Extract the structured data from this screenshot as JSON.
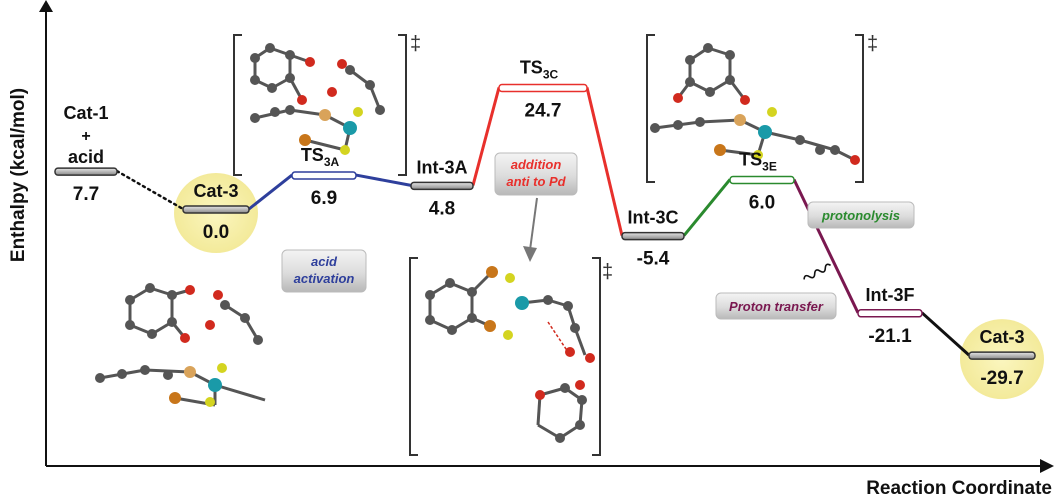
{
  "chart_data": {
    "type": "line",
    "xlabel": "Reaction Coordinate",
    "ylabel": "Enthalpy (kcal/mol)",
    "ts_marker": "‡",
    "states": [
      {
        "id": "cat1",
        "name": "Cat-1\n+\nacid",
        "value": 7.7,
        "value_label": "7.7",
        "highlight": false
      },
      {
        "id": "cat3a",
        "name": "Cat-3",
        "value": 0.0,
        "value_label": "0.0",
        "highlight": true
      },
      {
        "id": "ts3a",
        "name": "TS",
        "sub": "3A",
        "value": 6.9,
        "value_label": "6.9",
        "highlight": false
      },
      {
        "id": "int3a",
        "name": "Int-3A",
        "value": 4.8,
        "value_label": "4.8",
        "highlight": false
      },
      {
        "id": "ts3c",
        "name": "TS",
        "sub": "3C",
        "value": 24.7,
        "value_label": "24.7",
        "highlight": false
      },
      {
        "id": "int3c",
        "name": "Int-3C",
        "value": -5.4,
        "value_label": "-5.4",
        "highlight": false
      },
      {
        "id": "ts3e",
        "name": "TS",
        "sub": "3E",
        "value": 6.0,
        "value_label": "6.0",
        "highlight": false
      },
      {
        "id": "int3f",
        "name": "Int-3F",
        "value": -21.1,
        "value_label": "-21.1",
        "highlight": false
      },
      {
        "id": "cat3b",
        "name": "Cat-3",
        "value": -29.7,
        "value_label": "-29.7",
        "highlight": true
      }
    ],
    "connections": [
      {
        "from": 0,
        "to": 1,
        "color": "#111111",
        "style": "dotted"
      },
      {
        "from": 1,
        "to": 2,
        "color": "#2e3f9c",
        "style": "solid"
      },
      {
        "from": 2,
        "to": 3,
        "color": "#2e3f9c",
        "style": "solid"
      },
      {
        "from": 3,
        "to": 4,
        "color": "#e8302c",
        "style": "solid"
      },
      {
        "from": 4,
        "to": 5,
        "color": "#e8302c",
        "style": "solid"
      },
      {
        "from": 5,
        "to": 6,
        "color": "#2a8a2e",
        "style": "solid"
      },
      {
        "from": 6,
        "to": 7,
        "color": "#7a1850",
        "style": "solid"
      },
      {
        "from": 7,
        "to": 8,
        "color": "#111111",
        "style": "solid"
      }
    ],
    "annotations": [
      {
        "id": "acid",
        "lines": [
          "acid",
          "activation"
        ],
        "color": "#2e3f9c"
      },
      {
        "id": "addition",
        "lines": [
          "addition",
          "anti to Pd"
        ],
        "color": "#e8302c"
      },
      {
        "id": "protonolysis",
        "lines": [
          "protonolysis"
        ],
        "color": "#2a8a2e"
      },
      {
        "id": "proton",
        "lines": [
          "Proton transfer"
        ],
        "color": "#7a1850"
      }
    ]
  }
}
